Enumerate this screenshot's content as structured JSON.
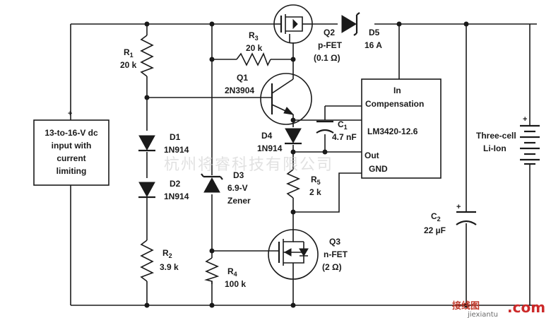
{
  "source": {
    "label_plus": "+",
    "label_line1": "13-to-16-V dc",
    "label_line2": "input with",
    "label_line3": "current",
    "label_line4": "limiting"
  },
  "components": {
    "r1": {
      "ref": "R",
      "sub": "1",
      "value": "20 k"
    },
    "r2": {
      "ref": "R",
      "sub": "2",
      "value": "3.9 k"
    },
    "r3": {
      "ref": "R",
      "sub": "3",
      "value": "20 k"
    },
    "r4": {
      "ref": "R",
      "sub": "4",
      "value": "100 k"
    },
    "r5": {
      "ref": "R",
      "sub": "5",
      "value": "2 k"
    },
    "d1": {
      "ref": "D1",
      "value": "1N914"
    },
    "d2": {
      "ref": "D2",
      "value": "1N914"
    },
    "d3": {
      "ref": "D3",
      "value": "6.9-V",
      "value2": "Zener"
    },
    "d4": {
      "ref": "D4",
      "value": "1N914"
    },
    "d5": {
      "ref": "D5",
      "value": "16 A"
    },
    "q1": {
      "ref": "Q1",
      "value": "2N3904"
    },
    "q2": {
      "ref": "Q2",
      "value": "p-FET",
      "value2": "(0.1 Ω)"
    },
    "q3": {
      "ref": "Q3",
      "value": "n-FET",
      "value2": "(2 Ω)"
    },
    "c1": {
      "ref": "C",
      "sub": "1",
      "value": "4.7 nF"
    },
    "c2": {
      "ref": "C",
      "sub": "2",
      "value": "22 µF",
      "plus": "+"
    },
    "ic": {
      "name": "LM3420-12.6",
      "pin_in": "In",
      "pin_comp": "Compensation",
      "pin_out": "Out",
      "pin_gnd": "GND"
    },
    "battery": {
      "line1": "Three-cell",
      "line2": "Li-Ion",
      "plus": "+"
    }
  },
  "watermark": {
    "text": "杭州将睿科技有限公司",
    "site_cn": "接线图",
    "site_url": "jiexiantu",
    "site_tld": ".com"
  }
}
